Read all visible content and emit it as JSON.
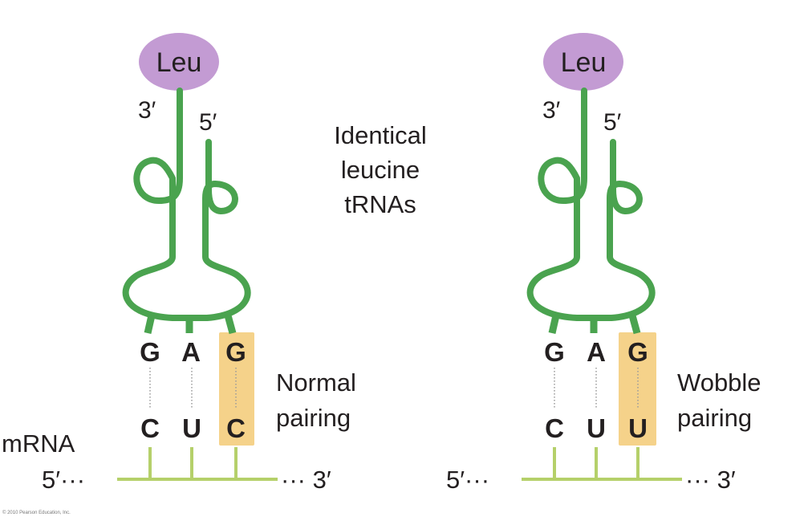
{
  "caption": {
    "identical": [
      "Identical",
      "leucine",
      "tRNAs"
    ]
  },
  "panels": [
    {
      "amino_acid": "Leu",
      "three_prime": "3′",
      "five_prime": "5′",
      "anticodon": [
        "G",
        "A",
        "G"
      ],
      "codon": [
        "C",
        "U",
        "C"
      ],
      "highlight_color": "#f5d28a",
      "pairing_label": [
        "Normal",
        "pairing"
      ],
      "mrna_start": "5′···",
      "mrna_end": "··· 3′"
    },
    {
      "amino_acid": "Leu",
      "three_prime": "3′",
      "five_prime": "5′",
      "anticodon": [
        "G",
        "A",
        "G"
      ],
      "codon": [
        "C",
        "U",
        "U"
      ],
      "highlight_color": "#f5d28a",
      "pairing_label": [
        "Wobble",
        "pairing"
      ],
      "mrna_start": "5′···",
      "mrna_end": "··· 3′"
    }
  ],
  "mrna_label": "mRNA",
  "credit": "© 2010 Pearson Education, Inc.",
  "colors": {
    "trna": "#4aa34f",
    "amino_acid": "#c39bd3",
    "mrna": "#b5d06a",
    "highlight": "#f5d28a"
  }
}
